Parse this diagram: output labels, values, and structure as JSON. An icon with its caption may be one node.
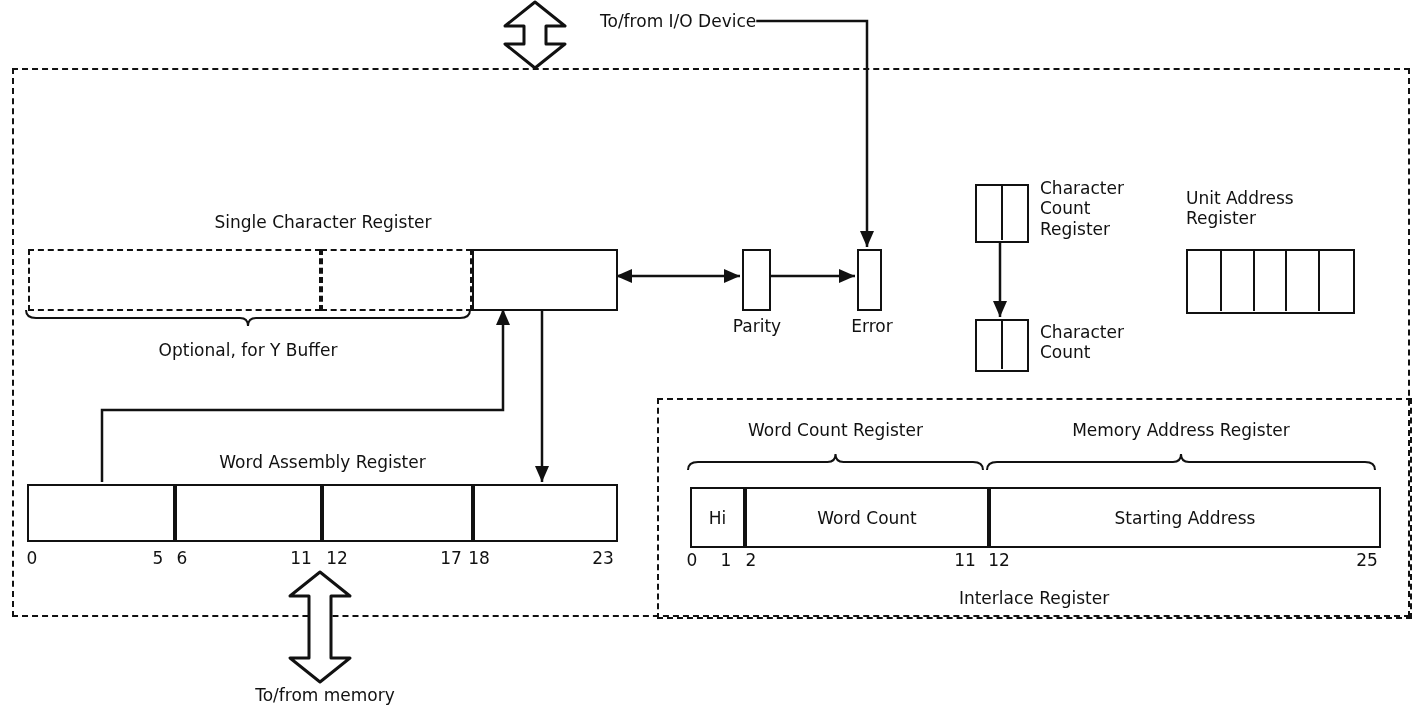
{
  "diagram": {
    "nodes": [
      {
        "text": [
          "To/from I/O Device"
        ]
      },
      {
        "text": [],
        "shape": "box"
      },
      {
        "text": [
          "Single Character Register"
        ],
        "in": 1
      },
      {
        "text": [],
        "shape": "box",
        "in": 2
      },
      {
        "text": [],
        "shape": "box",
        "in": 2
      },
      {
        "text": [],
        "shape": "box",
        "in": 2
      },
      {
        "text": [
          "Parity"
        ],
        "in": 1
      },
      {
        "text": [
          "Error"
        ],
        "in": 1
      },
      {
        "text": [
          "Character Count Register"
        ],
        "in": 1
      },
      {
        "text": [
          "Character Count"
        ],
        "in": 1
      },
      {
        "text": [
          "Unit Address Register"
        ],
        "in": 1
      },
      {
        "text": [
          "Word Assembly Register"
        ],
        "in": 1
      },
      {
        "text": [],
        "shape": "box",
        "in": 11
      },
      {
        "text": [],
        "shape": "box",
        "in": 11
      },
      {
        "text": [],
        "shape": "box",
        "in": 11
      },
      {
        "text": [],
        "shape": "box",
        "in": 11
      },
      {
        "text": [
          "Interlace Register"
        ],
        "in": 1
      },
      {
        "text": [
          "Hi"
        ],
        "in": 16
      },
      {
        "text": [
          "Word Count"
        ],
        "in": 16
      },
      {
        "text": [
          "Starting Address"
        ],
        "in": 16
      },
      {
        "text": [
          "To/from memory"
        ]
      }
    ],
    "edges": [
      {
        "from": null,
        "to": 1,
        "arrow": "both",
        "style": "thick"
      },
      {
        "from": 0,
        "to": 7,
        "arrow": "to"
      },
      {
        "from": 5,
        "to": 6,
        "arrow": "both"
      },
      {
        "from": 6,
        "to": 7,
        "arrow": "to"
      },
      {
        "from": 8,
        "to": 9,
        "arrow": "to"
      },
      {
        "from": 12,
        "to": 5,
        "arrow": "to"
      },
      {
        "from": 5,
        "to": 15,
        "arrow": "to"
      },
      {
        "from": 11,
        "to": 20,
        "arrow": "both",
        "style": "thick"
      }
    ],
    "labels": [
      "Optional, for Y Buffer",
      "Word Count Register",
      "Memory Address Register",
      "0",
      "5",
      "6",
      "11",
      "12",
      "17",
      "18",
      "23",
      "0",
      "1",
      "2",
      "11",
      "12",
      "25"
    ]
  }
}
